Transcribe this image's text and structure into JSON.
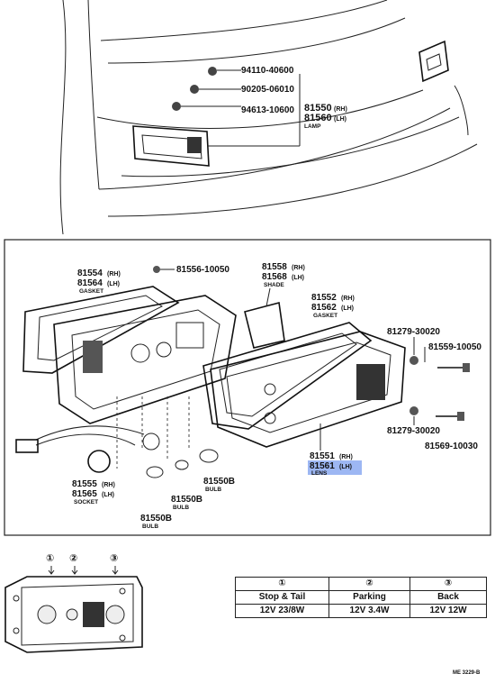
{
  "top": {
    "callouts": [
      {
        "part": "94110-40600"
      },
      {
        "part": "90205-06010"
      },
      {
        "part": "94613-10600"
      }
    ],
    "lamp": {
      "rh": "81550",
      "rh_tag": "(RH)",
      "lh": "81560",
      "lh_tag": "(LH)",
      "caption": "LAMP"
    }
  },
  "detail": {
    "gasket_a": {
      "rh": "81554",
      "rh_tag": "(RH)",
      "lh": "81564",
      "lh_tag": "(LH)",
      "caption": "GASKET"
    },
    "screw_a": {
      "part": "81556-10050"
    },
    "shade": {
      "rh": "81558",
      "rh_tag": "(RH)",
      "lh": "81568",
      "lh_tag": "(LH)",
      "caption": "SHADE"
    },
    "gasket_b": {
      "rh": "81552",
      "rh_tag": "(RH)",
      "lh": "81562",
      "lh_tag": "(LH)",
      "caption": "GASKET"
    },
    "nut_top": {
      "part": "81279-30020"
    },
    "screw_b": {
      "part": "81559-10050"
    },
    "nut_bottom": {
      "part": "81279-30020"
    },
    "screw_c": {
      "part": "81569-10030"
    },
    "lens": {
      "rh": "81551",
      "rh_tag": "(RH)",
      "lh": "81561",
      "lh_tag": "(LH)",
      "caption": "LENS"
    },
    "socket": {
      "rh": "81555",
      "rh_tag": "(RH)",
      "lh": "81565",
      "lh_tag": "(LH)",
      "caption": "SOCKET"
    },
    "bulb_1": {
      "part": "81550B",
      "caption": "BULB"
    },
    "bulb_2": {
      "part": "81550B",
      "caption": "BULB"
    },
    "bulb_3": {
      "part": "81550B",
      "caption": "BULB"
    }
  },
  "bulb_table": {
    "markers": [
      "①",
      "②",
      "③"
    ],
    "headers": [
      "①",
      "②",
      "③"
    ],
    "functions": [
      "Stop & Tail",
      "Parking",
      "Back"
    ],
    "ratings": [
      "12V 23/8W",
      "12V 3.4W",
      "12V 12W"
    ]
  },
  "reference": "ME 3229-B"
}
